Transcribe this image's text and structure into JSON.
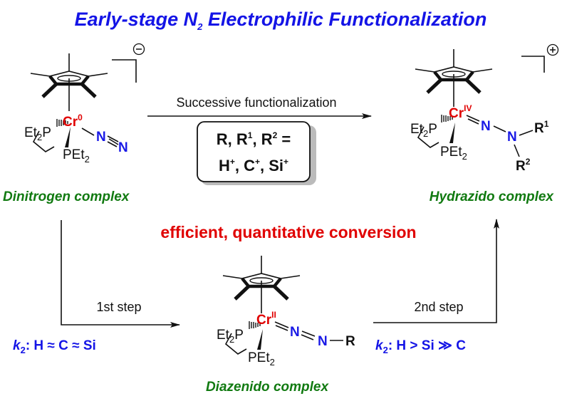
{
  "title": {
    "prefix": "Early-stage N",
    "subscript": "2",
    "suffix": " Electrophilic Functionalization"
  },
  "colors": {
    "title_blue": "#1414e6",
    "label_green": "#117a11",
    "highlight_red": "#e00000",
    "nitrogen_blue": "#1a1ae6"
  },
  "complexes": {
    "dinitrogen": {
      "label": "Dinitrogen complex",
      "charge": "−",
      "metal": "Cr",
      "oxidation_state": "0",
      "ligand_left": "Et",
      "ligand_left_sub": "2",
      "ligand_left_p": "P",
      "ligand_bottom_p": "PEt",
      "ligand_bottom_sub": "2",
      "n1": "N",
      "n2": "N"
    },
    "hydrazido": {
      "label": "Hydrazido complex",
      "charge": "+",
      "metal": "Cr",
      "oxidation_state": "IV",
      "ligand_left": "Et",
      "ligand_left_sub": "2",
      "ligand_left_p": "P",
      "ligand_bottom_p": "PEt",
      "ligand_bottom_sub": "2",
      "n1": "N",
      "n2": "N",
      "r1": "R",
      "r1_sup": "1",
      "r2": "R",
      "r2_sup": "2"
    },
    "diazenido": {
      "label": "Diazenido complex",
      "metal": "Cr",
      "oxidation_state": "II",
      "ligand_left": "Et",
      "ligand_left_sub": "2",
      "ligand_left_p": "P",
      "ligand_bottom_p": "PEt",
      "ligand_bottom_sub": "2",
      "n1": "N",
      "n2": "N",
      "r": "R"
    }
  },
  "arrows": {
    "top": {
      "label": "Successive functionalization",
      "box_line1": {
        "a": "R, R",
        "a_sup": "1",
        "b": ", R",
        "b_sup": "2",
        "c": " ="
      },
      "box_line2": {
        "h": "H",
        "h_sup": "+",
        "c": ", C",
        "c_sup": "+",
        "si": ", Si",
        "si_sup": "+"
      }
    },
    "first_step": {
      "label": "1st step",
      "k": "k",
      "k_sub": "2",
      "rate": ": H ≈ C ≈ Si"
    },
    "second_step": {
      "label": "2nd step",
      "k": "k",
      "k_sub": "2",
      "rate": ": H > Si ≫ C"
    }
  },
  "highlight": "efficient, quantitative conversion"
}
